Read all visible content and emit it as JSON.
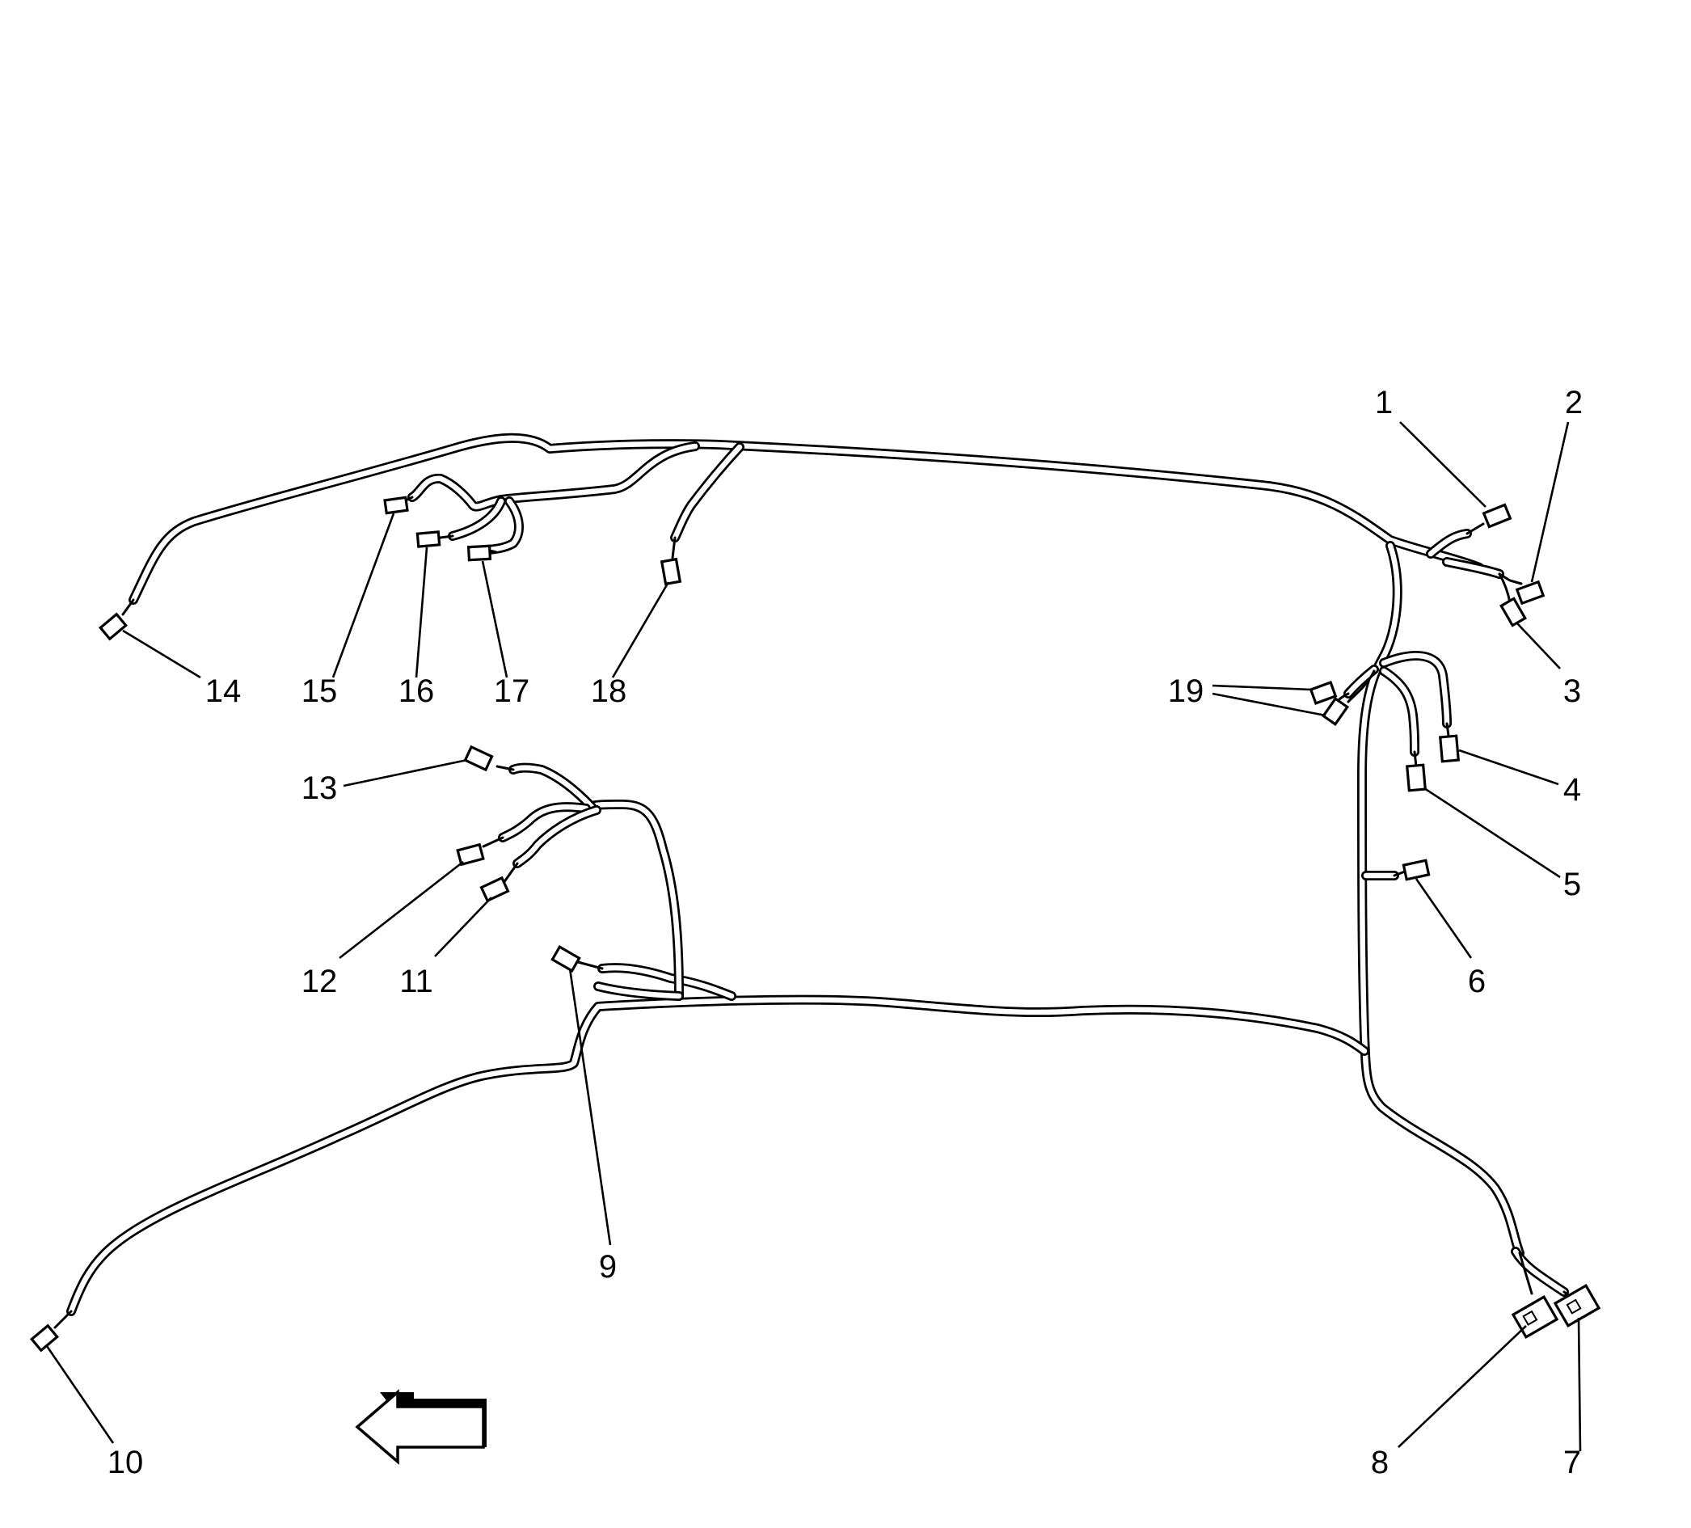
{
  "callouts": [
    {
      "id": "1",
      "label": "1"
    },
    {
      "id": "2",
      "label": "2"
    },
    {
      "id": "3",
      "label": "3"
    },
    {
      "id": "4",
      "label": "4"
    },
    {
      "id": "5",
      "label": "5"
    },
    {
      "id": "6",
      "label": "6"
    },
    {
      "id": "7",
      "label": "7"
    },
    {
      "id": "8",
      "label": "8"
    },
    {
      "id": "9",
      "label": "9"
    },
    {
      "id": "10",
      "label": "10"
    },
    {
      "id": "11",
      "label": "11"
    },
    {
      "id": "12",
      "label": "12"
    },
    {
      "id": "13",
      "label": "13"
    },
    {
      "id": "14",
      "label": "14"
    },
    {
      "id": "15",
      "label": "15"
    },
    {
      "id": "16",
      "label": "16"
    },
    {
      "id": "17",
      "label": "17"
    },
    {
      "id": "18",
      "label": "18"
    },
    {
      "id": "19",
      "label": "19"
    }
  ],
  "direction_arrow": {
    "icon": "left-arrow-icon"
  }
}
